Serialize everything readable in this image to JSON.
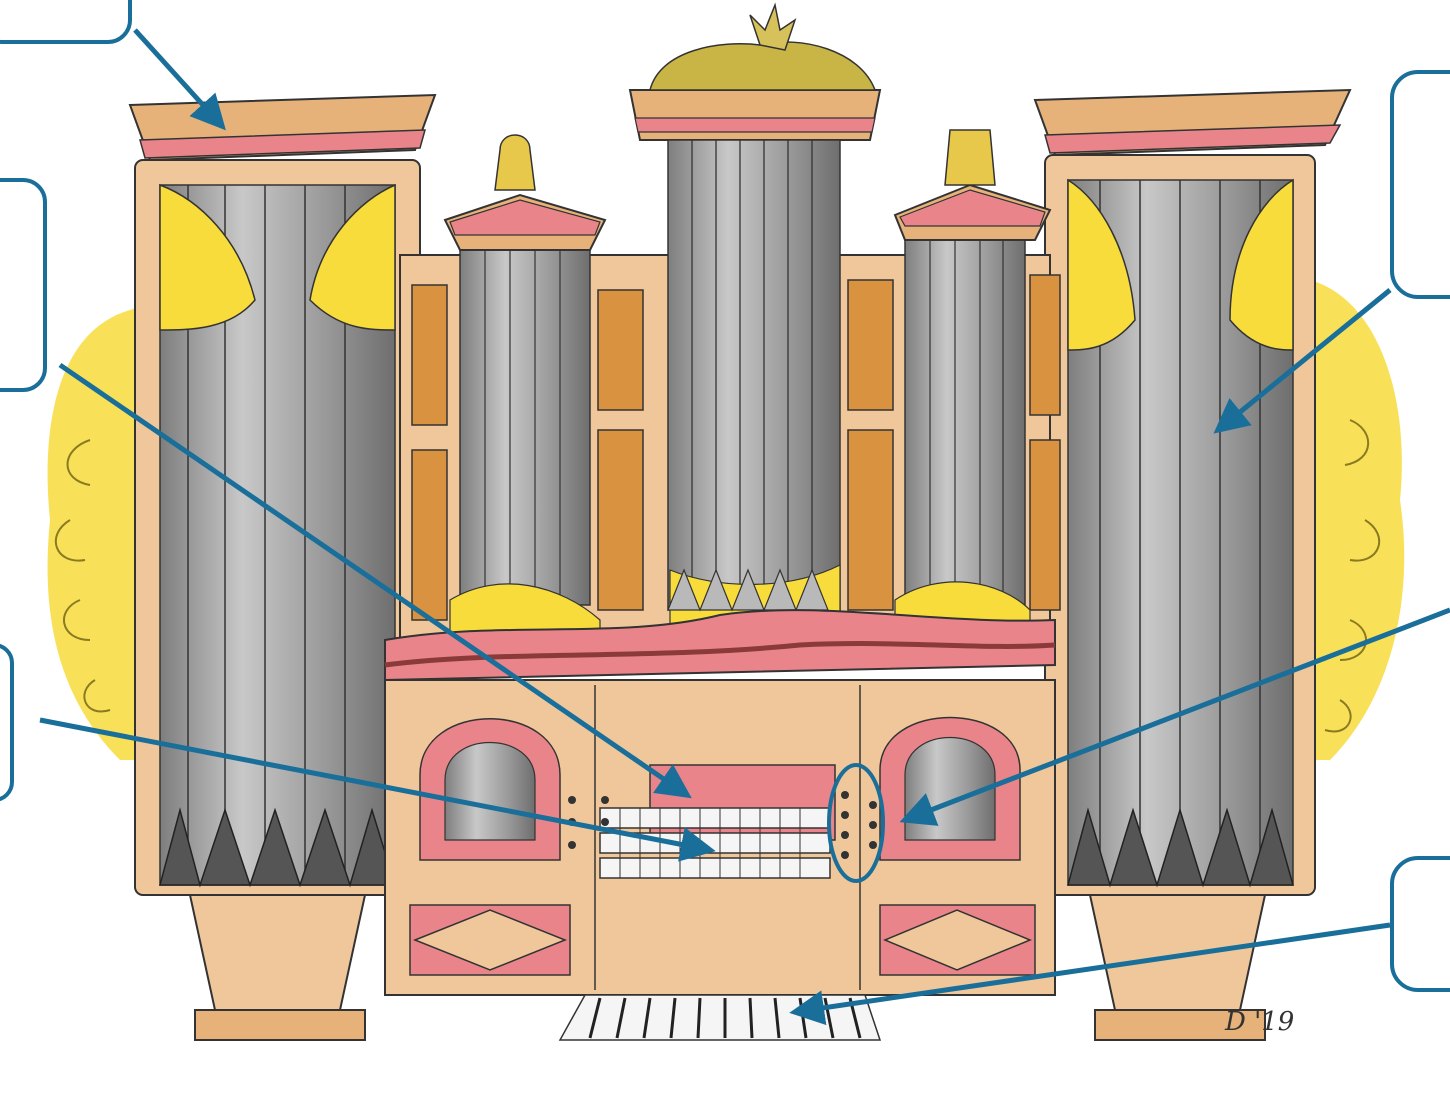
{
  "figure": {
    "subject": "pipe-organ-illustration",
    "callouts": [
      {
        "id": "cornice",
        "label": ""
      },
      {
        "id": "music-desk",
        "label": ""
      },
      {
        "id": "manuals",
        "label": ""
      },
      {
        "id": "tower-pipes",
        "label": ""
      },
      {
        "id": "stop-knobs",
        "label": ""
      },
      {
        "id": "pedalboard",
        "label": ""
      }
    ],
    "signature": "D '19",
    "colors": {
      "arrow": "#1a6f9a",
      "callout_border": "#1a6f9a",
      "wood": "#f0c79a",
      "wood_dark": "#c98a3f",
      "pink": "#e9858a",
      "pipes": "#a6a6a6",
      "foliage": "#f7dc3c"
    }
  }
}
